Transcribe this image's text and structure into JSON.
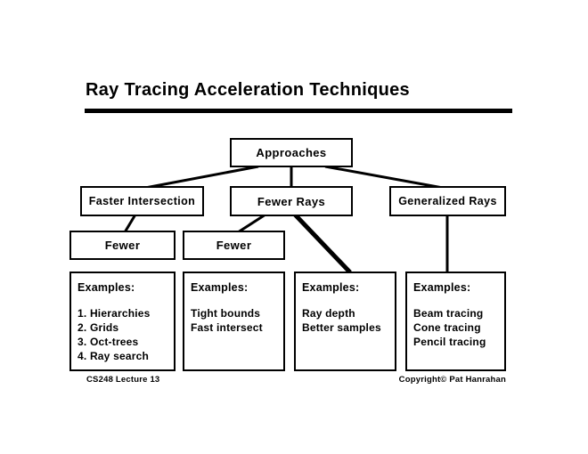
{
  "slide": {
    "title": "Ray Tracing Acceleration Techniques",
    "footer_left": "CS248 Lecture 13",
    "footer_right": "Copyright© Pat Hanrahan"
  },
  "tree": {
    "root_label": "Approaches",
    "level2": [
      {
        "label": "Faster Intersection"
      },
      {
        "label": "Fewer Rays"
      },
      {
        "label": "Generalized Rays"
      }
    ],
    "level3": [
      {
        "label": "Fewer"
      },
      {
        "label": "Fewer"
      }
    ],
    "examples": [
      {
        "heading": "Examples:",
        "items": [
          "1. Hierarchies",
          "2. Grids",
          "3. Oct-trees",
          "4. Ray search"
        ]
      },
      {
        "heading": "Examples:",
        "items": [
          "Tight bounds",
          "Fast intersect"
        ]
      },
      {
        "heading": "Examples:",
        "items": [
          "Ray depth",
          "Better samples"
        ]
      },
      {
        "heading": "Examples:",
        "items": [
          "Beam tracing",
          "Cone tracing",
          "Pencil tracing"
        ]
      }
    ]
  }
}
